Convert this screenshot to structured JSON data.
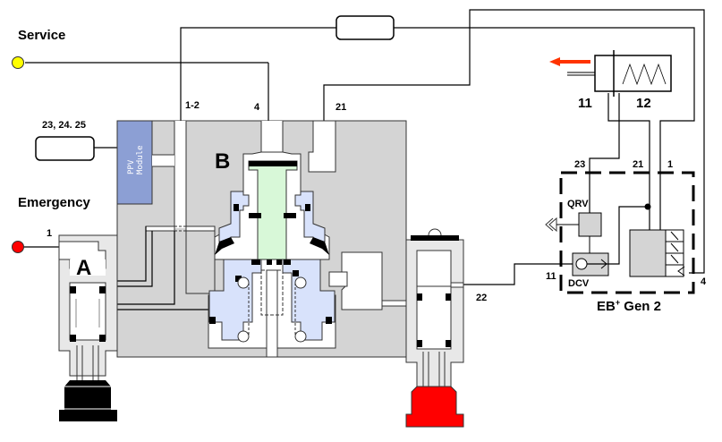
{
  "title": "Trailer control valve with EB+ Gen 2 pneumatic schematic",
  "labels": {
    "service": "Service",
    "emergency": "Emergency",
    "port_1_emergency": "1",
    "ports_23_24_25": "23, 24. 25",
    "port_1_2": "1-2",
    "port_4": "4",
    "port_21": "21",
    "port_22": "22",
    "valve_a": "A",
    "valve_b": "B",
    "ppv_module_line1": "PPV",
    "ppv_module_line2": "Module",
    "actuator_port_11": "11",
    "actuator_port_12": "12",
    "eb_port_23": "23",
    "eb_port_21": "21",
    "eb_port_1": "1",
    "eb_port_11": "11",
    "eb_port_4": "4",
    "qrv": "QRV",
    "dcv": "DCV",
    "eb_title": "EB",
    "eb_sup": "+",
    "eb_gen": " Gen 2"
  },
  "colors": {
    "service_port": "#ffff00",
    "emergency_port": "#ff0000",
    "ppv_module": "#8c9fd4",
    "piston_blue": "#d8e2fb",
    "stem_green": "#d8f8d8",
    "body_gray": "#d4d4d4",
    "red_button": "#ff0000",
    "black_button": "#000000",
    "arrow": "#ff3300"
  }
}
